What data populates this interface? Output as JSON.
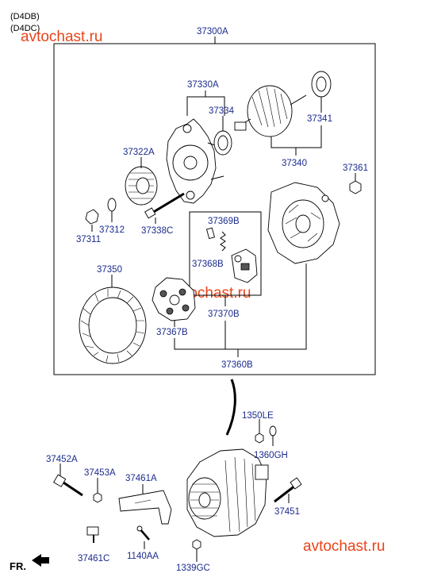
{
  "engine_codes": [
    "(D4DB)",
    "(D4DC)"
  ],
  "watermark": "avtochast.ru",
  "watermark_color": "#e8441a",
  "label_color": "#1a2a8c",
  "direction_label": "FR.",
  "parts": {
    "p37300A": "37300A",
    "p37330A": "37330A",
    "p37334": "37334",
    "p37341": "37341",
    "p37340": "37340",
    "p37322A": "37322A",
    "p37361": "37361",
    "p37369B": "37369B",
    "p37312": "37312",
    "p37311": "37311",
    "p37338C": "37338C",
    "p37368B": "37368B",
    "p37350": "37350",
    "p37370B": "37370B",
    "p37367B": "37367B",
    "p37360B": "37360B",
    "p1350LE": "1350LE",
    "p1360GH": "1360GH",
    "p37452A": "37452A",
    "p37453A": "37453A",
    "p37461A": "37461A",
    "p37451": "37451",
    "p37461C": "37461C",
    "p1140AA": "1140AA",
    "p1339GC": "1339GC"
  }
}
